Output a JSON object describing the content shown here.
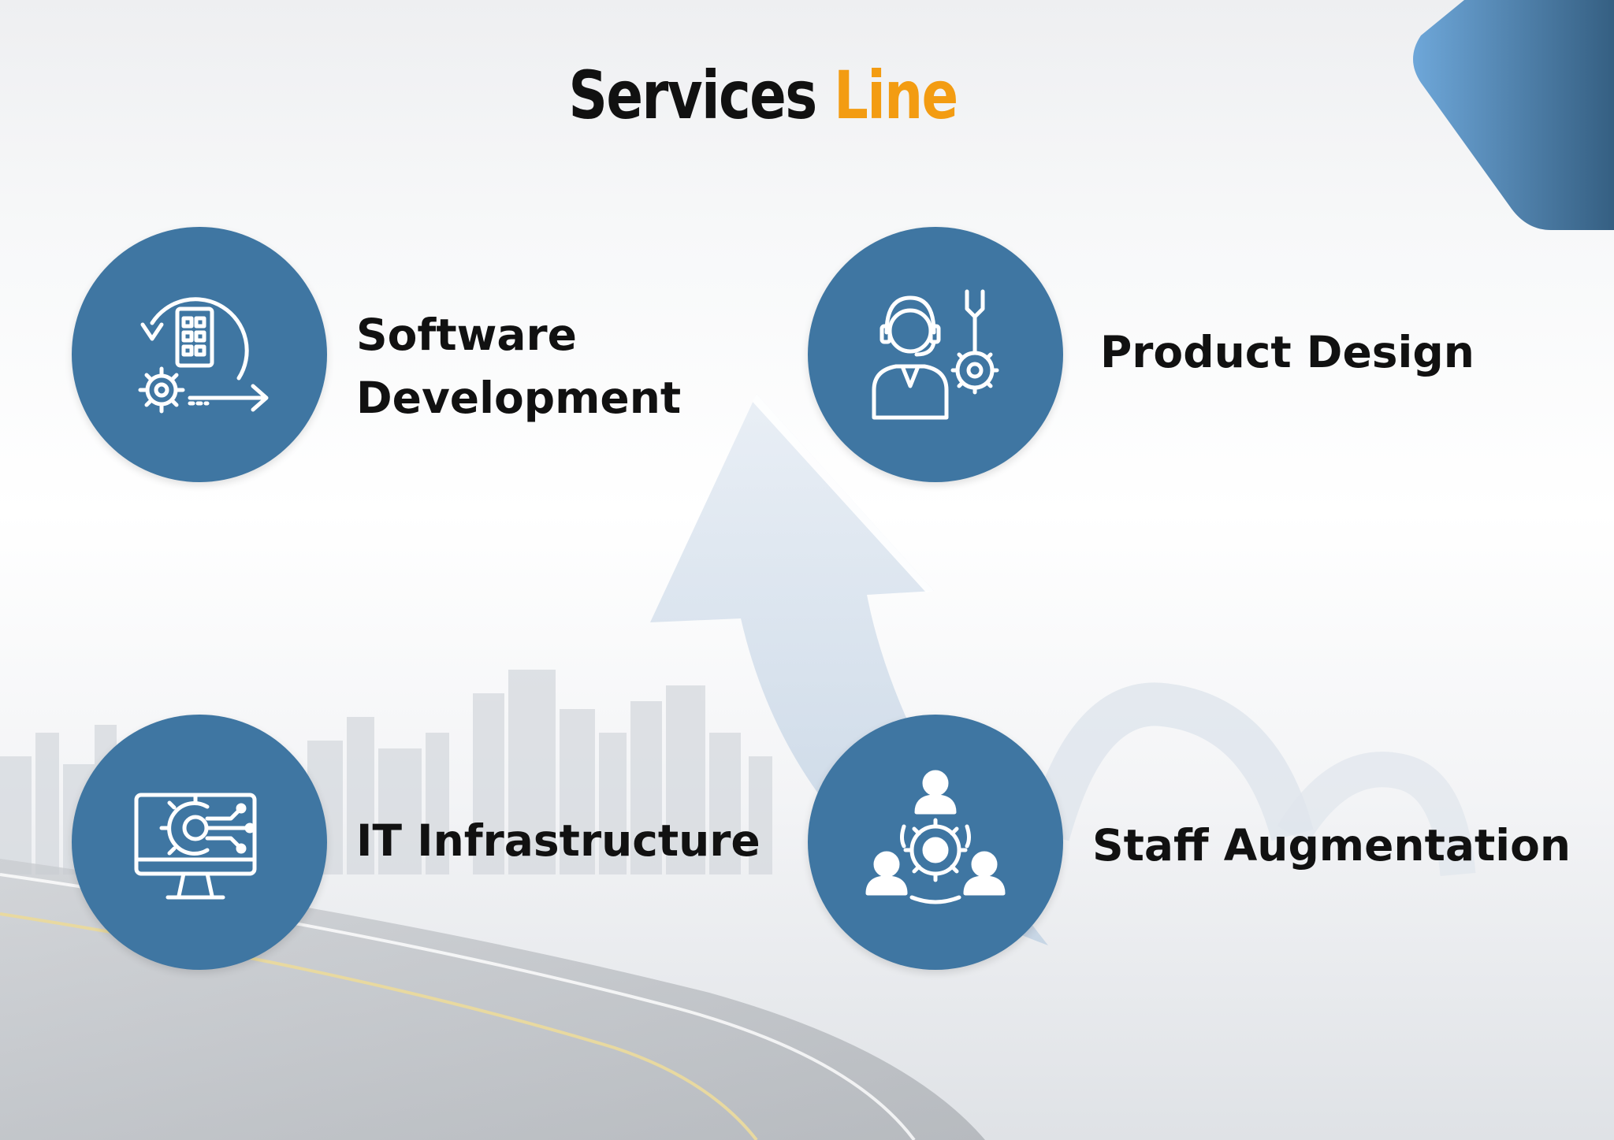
{
  "title": {
    "main": "Services",
    "accent": "Line"
  },
  "colors": {
    "circle": "#3f76a2",
    "accent": "#f39c12",
    "text": "#111111"
  },
  "services": [
    {
      "line1": "Software",
      "line2": "Development",
      "icon": "software-development-icon"
    },
    {
      "label": "Product Design",
      "icon": "product-design-icon"
    },
    {
      "label": "IT Infrastructure",
      "icon": "it-infrastructure-icon"
    },
    {
      "label": "Staff Augmentation",
      "icon": "staff-augmentation-icon"
    }
  ]
}
